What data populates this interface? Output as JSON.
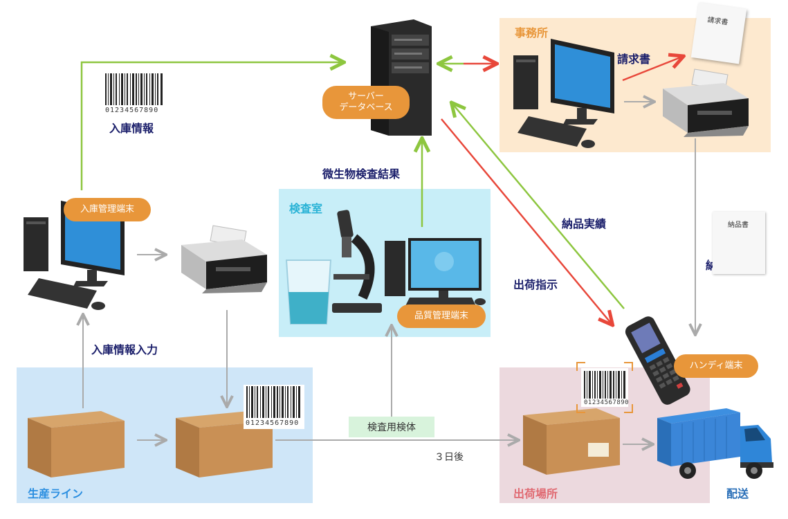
{
  "zones": {
    "office": "事務所",
    "lab": "検査室",
    "production": "生産ライン",
    "shipping": "出荷場所",
    "delivery": "配送"
  },
  "pills": {
    "server_line1": "サーバー",
    "server_line2": "データベース",
    "receiving_terminal": "入庫管理端末",
    "quality_terminal": "品質管理端末",
    "handy_terminal": "ハンディ端末"
  },
  "labels": {
    "receiving_info": "入庫情報",
    "receiving_input": "入庫情報入力",
    "micro_results": "微生物検査結果",
    "invoice": "請求書",
    "delivery_note": "納品書",
    "delivery_record": "納品実績",
    "shipping_instruction": "出荷指示",
    "inspection_sample": "検査用検体",
    "three_days": "３日後"
  },
  "doc_texts": {
    "invoice_paper": "請求書",
    "delivery_paper": "納品書"
  },
  "barcode_number": "01234567890",
  "colors": {
    "green_arrow": "#8dc63f",
    "red_arrow": "#e8473a",
    "gray_arrow": "#aaaaaa",
    "office_bg": "#fde9cf",
    "lab_bg": "#c8eef8",
    "production_bg": "#cfe6f8",
    "shipping_bg": "#ecd9de",
    "pill_orange": "#e8963a",
    "label_navy": "#1b1f6b"
  }
}
